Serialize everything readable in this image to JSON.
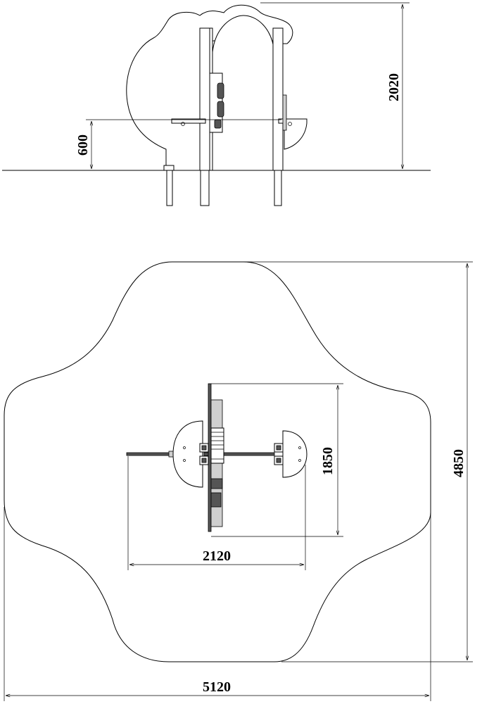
{
  "drawing": {
    "elevation": {
      "height_dim": "2020",
      "platform_dim": "600"
    },
    "plan": {
      "equipment_depth_dim": "1850",
      "equipment_width_dim": "2120",
      "zone_depth_dim": "4850",
      "zone_width_dim": "5120"
    }
  }
}
